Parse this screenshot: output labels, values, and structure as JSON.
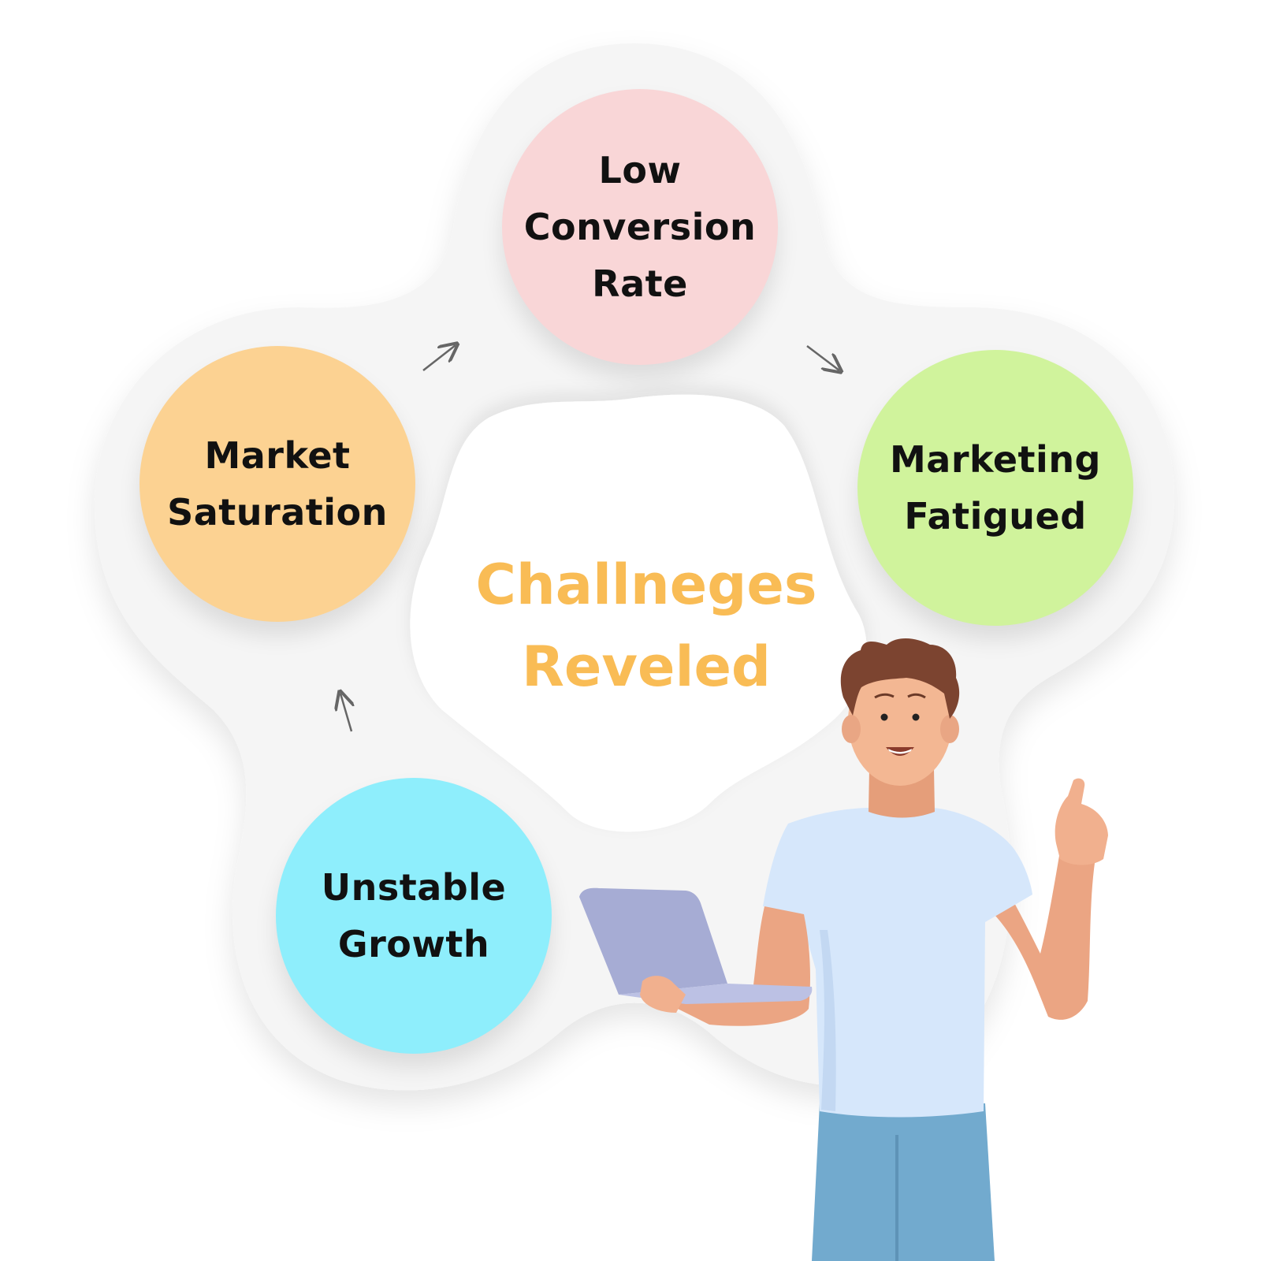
{
  "colors": {
    "title": "#F9BC55",
    "ring": "#F5F5F5",
    "low_conversion": "#F9D6D7",
    "market_saturation": "#FCD292",
    "marketing_fatigued": "#D0F39C",
    "unstable_growth": "#8EEEFC",
    "arrow": "#666666"
  },
  "title": "Challneges\nReveled",
  "nodes": {
    "low_conversion": "Low\nConversion\nRate",
    "market_saturation": "Market\nSaturation",
    "marketing_fatigued": "Marketing\nFatigued",
    "unstable_growth": "Unstable\nGrowth"
  },
  "illustration": "person-with-laptop"
}
